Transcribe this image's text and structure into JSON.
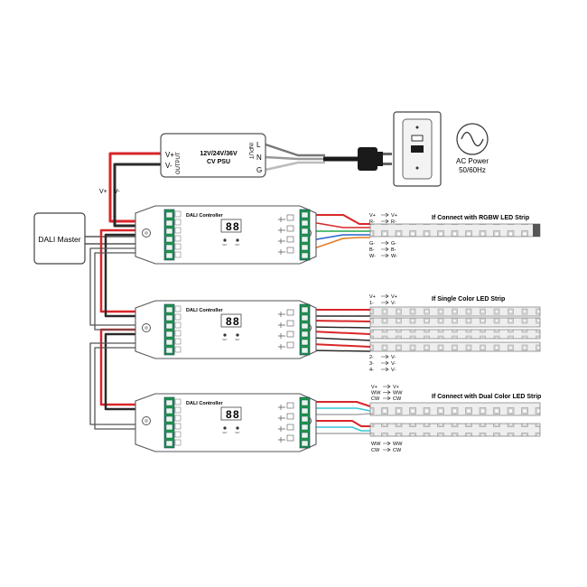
{
  "psu": {
    "title_line1": "12V/24V/36V",
    "title_line2": "CV PSU",
    "output_label": "OUTPUT",
    "input_label": "INPUT",
    "vplus": "V+",
    "vminus": "V-",
    "terminal_l": "L",
    "terminal_n": "N",
    "terminal_g": "G"
  },
  "ac_power": {
    "line1": "AC Power",
    "line2": "50/60Hz"
  },
  "dali_master": {
    "label": "DALI Master"
  },
  "bus_labels": {
    "vplus": "V+",
    "vminus": "V-"
  },
  "controllers": [
    {
      "title": "DALI Controller",
      "display": "8",
      "display2": "8",
      "small_left": "SET",
      "small_right": "SET"
    },
    {
      "title": "DALI Controller",
      "display": "8",
      "display2": "8",
      "small_left": "SET",
      "small_right": "SET"
    },
    {
      "title": "DALI Controller",
      "display": "8",
      "display2": "8",
      "small_left": "SET",
      "small_right": "SET"
    }
  ],
  "strips": {
    "rgbw": {
      "title": "If Connect with RGBW LED Strip",
      "map_top": [
        [
          "V+",
          "V+"
        ],
        [
          "R-",
          "R-"
        ]
      ],
      "map_bottom": [
        [
          "G-",
          "G-"
        ],
        [
          "B-",
          "B-"
        ],
        [
          "W-",
          "W-"
        ]
      ]
    },
    "single": {
      "title": "If Single Color LED Strip",
      "map_top": [
        [
          "V+",
          "V+"
        ],
        [
          "1-",
          "V-"
        ]
      ],
      "map_bottom": [
        [
          "2-",
          "V-"
        ],
        [
          "3-",
          "V-"
        ],
        [
          "4-",
          "V-"
        ]
      ]
    },
    "dual": {
      "title": "If Connect with Dual Color LED Strip",
      "map_top": [
        [
          "V+",
          "V+"
        ],
        [
          "WW",
          "WW"
        ],
        [
          "CW",
          "CW"
        ]
      ],
      "map_bottom": [
        [
          "WW",
          "WW"
        ],
        [
          "CW",
          "CW"
        ]
      ]
    }
  },
  "colors": {
    "red_wire": "#d9262a",
    "black_wire": "#2a2a2a",
    "green_terminal": "#1f9a4a",
    "rgb_green": "#22a84a",
    "rgb_blue": "#2a62c8",
    "cyan_wire": "#35c6d8",
    "orange_wire": "#e87a22"
  }
}
